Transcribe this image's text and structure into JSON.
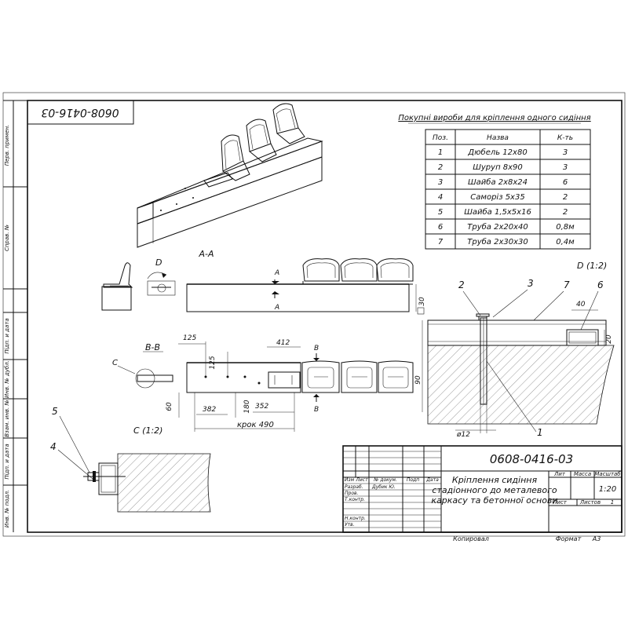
{
  "drawing_code": "0608-0416-03",
  "drawing_code_rotated": "0608-0416-03",
  "left_strip": {
    "perv_primen": "Перв. примен.",
    "sprav_no": "Справ. №",
    "podp_data_1": "Підп. и дата",
    "inv_dubl": "Инв. № дубл.",
    "vzam_inv": "Взам. инв. №",
    "podp_data_2": "Підп. и дата",
    "inv_podl": "Инв. № подл."
  },
  "parts_table": {
    "title": "Покупні вироби для кріплення одного сидіння",
    "headers": [
      "Поз.",
      "Назва",
      "К-ть"
    ],
    "rows": [
      [
        "1",
        "Дюбель 12x80",
        "3"
      ],
      [
        "2",
        "Шуруп 8x90",
        "3"
      ],
      [
        "3",
        "Шайба 2x8x24",
        "6"
      ],
      [
        "4",
        "Саморіз 5x35",
        "2"
      ],
      [
        "5",
        "Шайба 1,5x5x16",
        "2"
      ],
      [
        "6",
        "Труба 2x20x40",
        "0,8м"
      ],
      [
        "7",
        "Труба 2x30x30",
        "0,4м"
      ]
    ]
  },
  "views": {
    "section_aa": "А-А",
    "letter_d": "D",
    "letter_a": "А",
    "section_bb": "В-В",
    "letter_b": "В",
    "letter_c": "С",
    "view_c": "С (1:2)",
    "view_d": "D (1:2)"
  },
  "dims": {
    "d125a": "125",
    "d125b": "125",
    "d412": "412",
    "d60": "60",
    "d382": "382",
    "d180": "180",
    "d352": "352",
    "krok": "крок 490",
    "d30": "30",
    "d40": "40",
    "d20": "20",
    "d90": "90",
    "d12": "ø12"
  },
  "callouts": {
    "p1": "1",
    "p2": "2",
    "p3": "3",
    "p4": "4",
    "p5": "5",
    "p6": "6",
    "p7": "7"
  },
  "title_block": {
    "code": "0608-0416-03",
    "name_line1": "Кріплення сидіння",
    "name_line2": "стадіонного до металевого",
    "name_line3": "каркасу та бетонної основи",
    "lit": "Лит",
    "massa": "Масса",
    "masshtab": "Масштаб",
    "scale": "1:20",
    "list": "Лист",
    "listov": "Листов",
    "listov_value": "1",
    "izm": "Изм",
    "list_col": "Лист",
    "doc_no": "№ докум.",
    "podp": "Подп",
    "data": "Дата",
    "razrab": "Разраб.",
    "razrab_name": "Дубик Ю.",
    "prov": "Пров.",
    "tkontr": "Т.контр.",
    "nkontr": "Н.контр.",
    "utv": "Утв.",
    "kopiroval": "Копировал",
    "format": "Формат",
    "format_value": "А3"
  }
}
